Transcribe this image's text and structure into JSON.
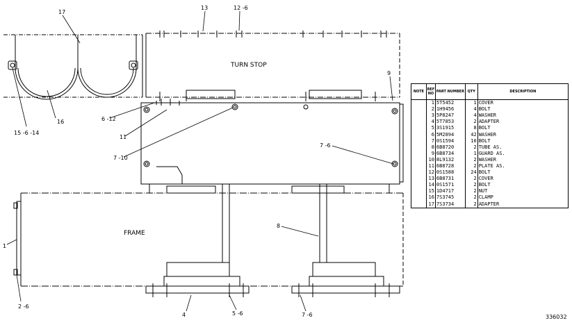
{
  "labels": {
    "turn_stop": "TURN STOP",
    "frame": "FRAME",
    "callout_17": "17",
    "callout_13": "13",
    "callout_12_6": "12 -6",
    "callout_9": "9",
    "callout_6_12": "6 -12",
    "callout_11": "11",
    "callout_7_10": "7 -10",
    "callout_7_6_mid": "7 -6",
    "callout_16": "16",
    "callout_15_6_14": "15 -6 -14",
    "callout_8": "8",
    "callout_1": "1",
    "callout_2_6": "2 -6",
    "callout_4": "4",
    "callout_5_6": "5 -6",
    "callout_7_6_bottom": "7 -6"
  },
  "parts_table": {
    "headers": {
      "note": "NOTE",
      "ref_no": "REF NO",
      "part_number": "PART NUMBER",
      "qty": "QTY",
      "description": "DESCRIPTION"
    },
    "rows": [
      {
        "note": "",
        "ref": "1",
        "part": "5T5452",
        "qty": "1",
        "desc": "COVER"
      },
      {
        "note": "",
        "ref": "2",
        "part": "1H9456",
        "qty": "4",
        "desc": "BOLT"
      },
      {
        "note": "",
        "ref": "3",
        "part": "5P8247",
        "qty": "4",
        "desc": "WASHER"
      },
      {
        "note": "",
        "ref": "4",
        "part": "5T7853",
        "qty": "2",
        "desc": "ADAPTER"
      },
      {
        "note": "",
        "ref": "5",
        "part": "3S1915",
        "qty": "8",
        "desc": "BOLT"
      },
      {
        "note": "",
        "ref": "6",
        "part": "5M2894",
        "qty": "42",
        "desc": "WASHER"
      },
      {
        "note": "",
        "ref": "7",
        "part": "0S1594",
        "qty": "10",
        "desc": "BOLT"
      },
      {
        "note": "",
        "ref": "8",
        "part": "6B8720",
        "qty": "2",
        "desc": "TUBE AS."
      },
      {
        "note": "",
        "ref": "9",
        "part": "6B8734",
        "qty": "1",
        "desc": "GUARD AS."
      },
      {
        "note": "",
        "ref": "10",
        "part": "8L9132",
        "qty": "2",
        "desc": "WASHER"
      },
      {
        "note": "",
        "ref": "11",
        "part": "6B8728",
        "qty": "2",
        "desc": "PLATE AS."
      },
      {
        "note": "",
        "ref": "12",
        "part": "0S1588",
        "qty": "24",
        "desc": "BOLT"
      },
      {
        "note": "",
        "ref": "13",
        "part": "6B8731",
        "qty": "2",
        "desc": "COVER"
      },
      {
        "note": "",
        "ref": "14",
        "part": "0S1571",
        "qty": "2",
        "desc": "BOLT"
      },
      {
        "note": "",
        "ref": "15",
        "part": "1D4717",
        "qty": "2",
        "desc": "NUT"
      },
      {
        "note": "",
        "ref": "16",
        "part": "7S3745",
        "qty": "2",
        "desc": "CLAMP"
      },
      {
        "note": "",
        "ref": "17",
        "part": "7S3734",
        "qty": "2",
        "desc": "ADAPTER"
      }
    ]
  },
  "drawing_number": "336032"
}
